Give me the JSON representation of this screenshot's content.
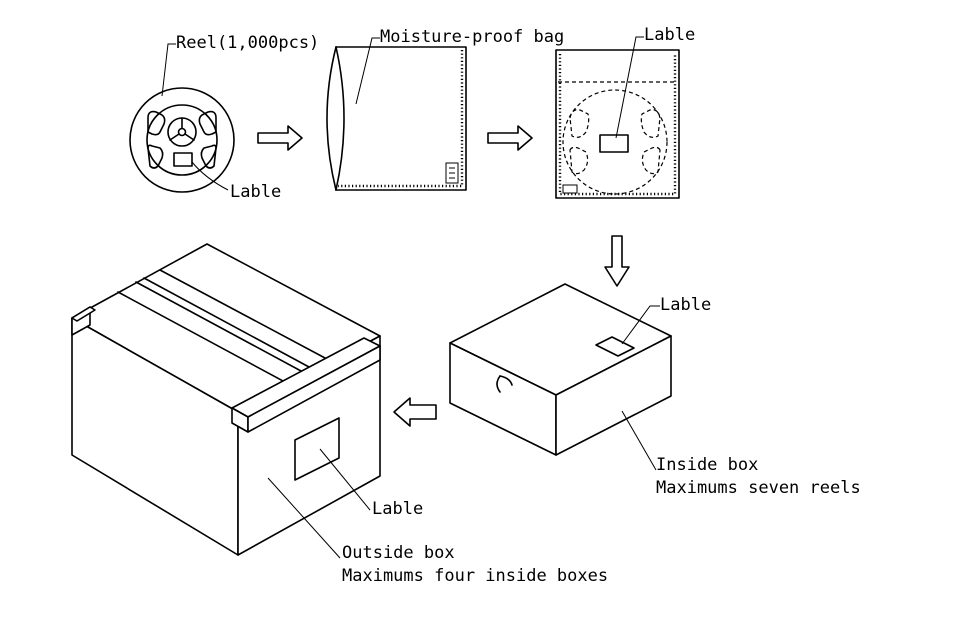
{
  "labels": {
    "reel": "Reel(1,000pcs)",
    "reel_label": "Lable",
    "bag": "Moisture-proof bag",
    "bag_label": "Lable",
    "inside_label": "Lable",
    "inside_box_1": "Inside box",
    "inside_box_2": "Maximums seven reels",
    "outside_label": "Lable",
    "outside_box_1": "Outside box",
    "outside_box_2": "Maximums four inside boxes"
  },
  "icons": {
    "arrow_right_1": "arrow-right-icon",
    "arrow_right_2": "arrow-right-icon",
    "arrow_down": "arrow-down-icon",
    "arrow_left": "arrow-left-icon"
  },
  "colors": {
    "ink": "#000000",
    "background": "#ffffff"
  }
}
